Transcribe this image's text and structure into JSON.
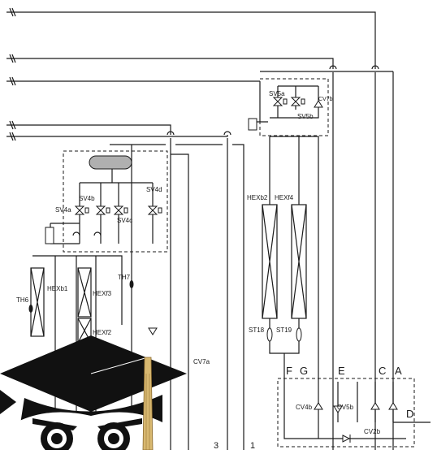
{
  "labels": {
    "sv5a": "SV5a",
    "sv5b": "SV5b",
    "cv7b": "CV7b",
    "sv4a": "SV4a",
    "sv4b": "SV4b",
    "sv4c": "SV4c",
    "sv4d": "SV4d",
    "hexb2": "HEXb2",
    "hexf4": "HEXf4",
    "hexb1": "HEXb1",
    "hexf3": "HEXf3",
    "hexf2": "HEXf2",
    "th6": "TH6",
    "th7": "TH7",
    "st18": "ST18",
    "st19": "ST19",
    "cv7a": "CV7a",
    "cv4b": "CV4b",
    "cv5b": "CV5b",
    "cv2b": "CV2b",
    "port_f": "F",
    "port_g": "G",
    "port_e": "E",
    "port_c": "C",
    "port_a": "A",
    "port_d": "D",
    "port_3": "3",
    "port_1": "1"
  },
  "colors": {
    "line": "#1a1a1a",
    "vessel_fill": "#b0b0b0",
    "background": "#ffffff",
    "mascot": "#111111",
    "tassel": "#d8b870"
  },
  "icons": {
    "mascot": "graduate-owl-mascot"
  }
}
